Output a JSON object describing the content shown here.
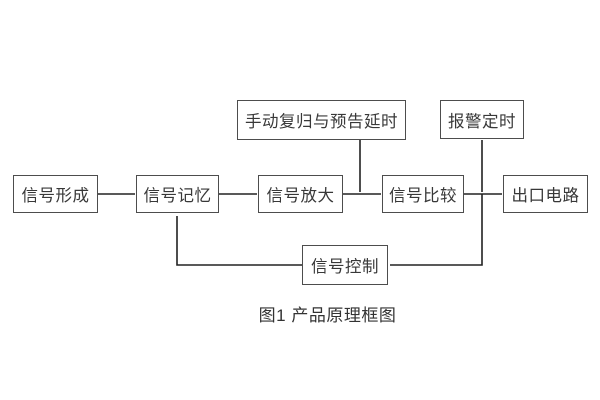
{
  "diagram": {
    "caption": "图1 产品原理框图",
    "boxes": {
      "signal_formation": "信号形成",
      "signal_memory": "信号记忆",
      "signal_amplification": "信号放大",
      "signal_comparison": "信号比较",
      "output_circuit": "出口电路",
      "manual_reset_delay": "手动复归与预告延时",
      "alarm_timing": "报警定时",
      "signal_control": "信号控制"
    },
    "colors": {
      "background": "#ffffff",
      "box_border": "#4d4d4d",
      "text": "#383838",
      "line": "#222222",
      "arrowhead": "#1c1c1c"
    }
  }
}
